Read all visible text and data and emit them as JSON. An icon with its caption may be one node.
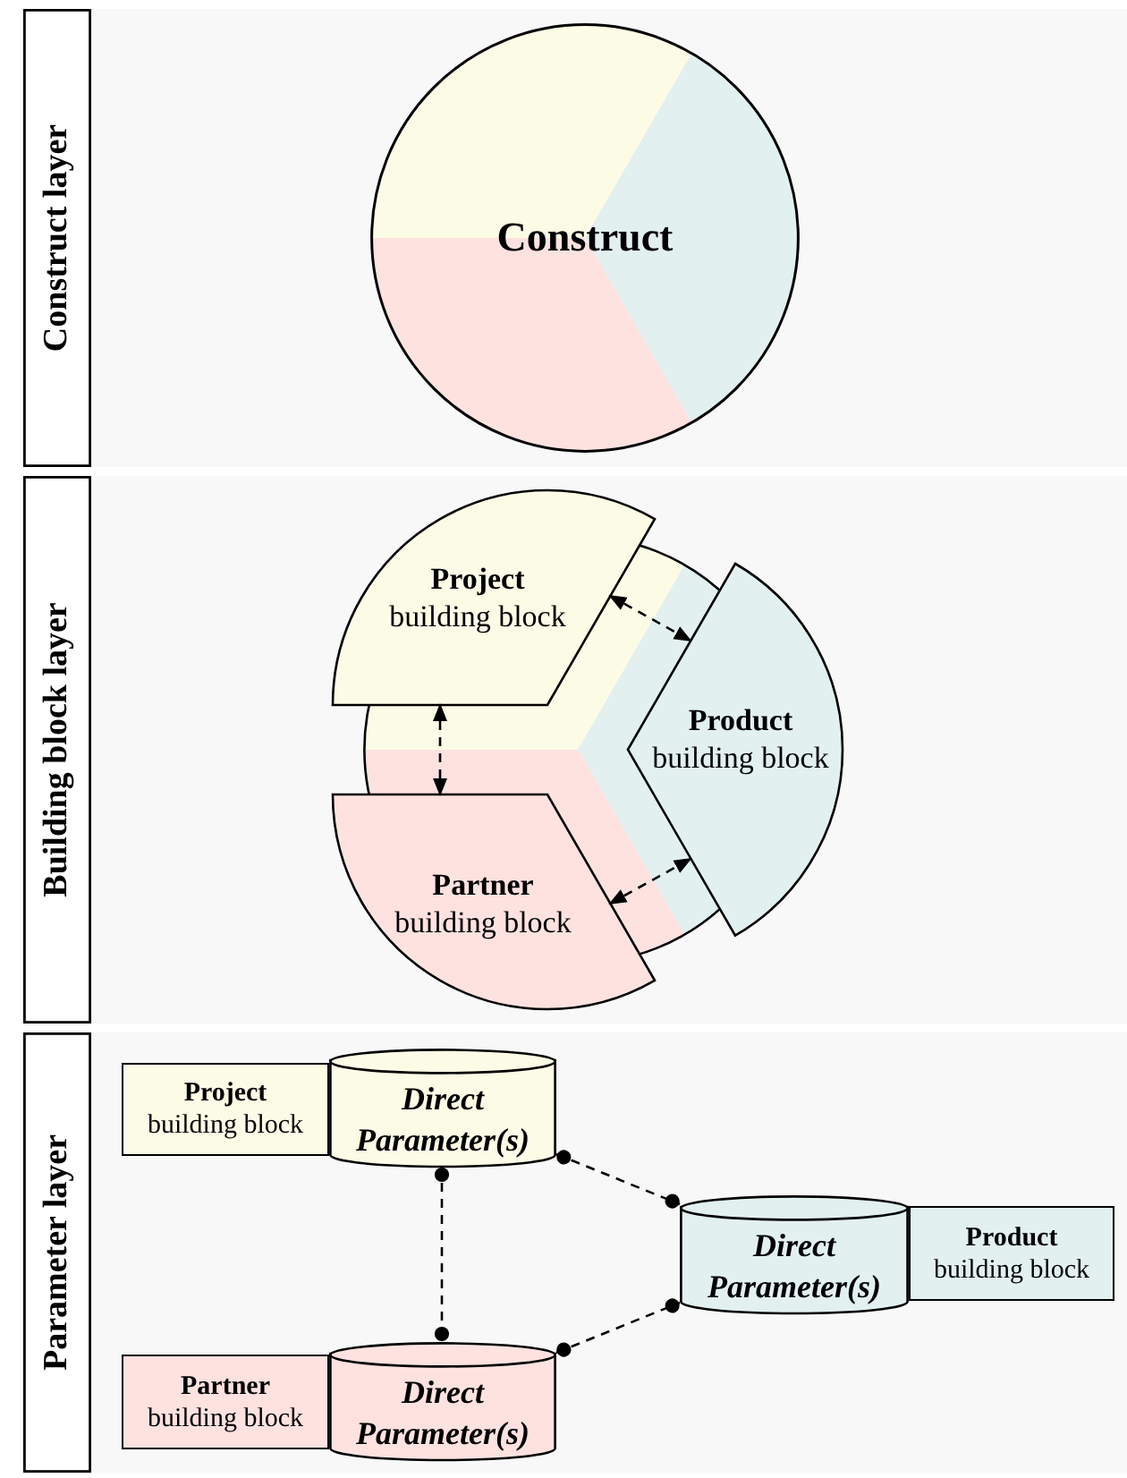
{
  "diagram": {
    "nodes": [
      {
        "text": [
          "Construct layer"
        ]
      },
      {
        "text": [
          "Construct"
        ],
        "in": 0
      },
      {
        "text": [
          "Building block layer"
        ]
      },
      {
        "text": [
          "Project",
          "building block"
        ],
        "in": 2
      },
      {
        "text": [
          "Product",
          "building block"
        ],
        "in": 2
      },
      {
        "text": [
          "Partner",
          "building block"
        ],
        "in": 2
      },
      {
        "text": [
          "Parameter layer"
        ]
      },
      {
        "text": [
          "Project",
          "building block"
        ],
        "in": 6
      },
      {
        "text": [
          "Direct Parameter(s)"
        ],
        "in": 6
      },
      {
        "text": [
          "Direct Parameter(s)"
        ],
        "in": 6
      },
      {
        "text": [
          "Product",
          "building block"
        ],
        "in": 6
      },
      {
        "text": [
          "Partner",
          "building block"
        ],
        "in": 6
      },
      {
        "text": [
          "Direct Parameter(s)"
        ],
        "in": 6
      }
    ],
    "edges": [
      {
        "from": 3,
        "to": 4,
        "arrow": "both",
        "style": "dashed"
      },
      {
        "from": 3,
        "to": 5,
        "arrow": "both",
        "style": "dashed"
      },
      {
        "from": 5,
        "to": 4,
        "arrow": "both",
        "style": "dashed"
      },
      {
        "from": 8,
        "to": 9,
        "arrow": "other",
        "style": "dashed"
      },
      {
        "from": 8,
        "to": 12,
        "arrow": "other",
        "style": "dashed"
      },
      {
        "from": 12,
        "to": 9,
        "arrow": "other",
        "style": "dashed"
      }
    ]
  }
}
